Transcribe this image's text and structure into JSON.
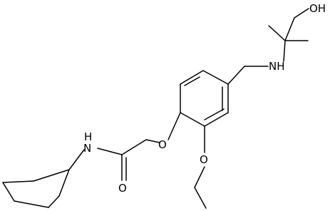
{
  "colors": {
    "bond": "#000000",
    "background": "#ffffff"
  },
  "atoms": {
    "oh": "OH",
    "nh_amine": "NH",
    "o_ether_ring": "O",
    "o_ether_ethoxy": "O",
    "nh_amide": "N",
    "nh_amide_h": "H",
    "o_carbonyl": "O"
  }
}
